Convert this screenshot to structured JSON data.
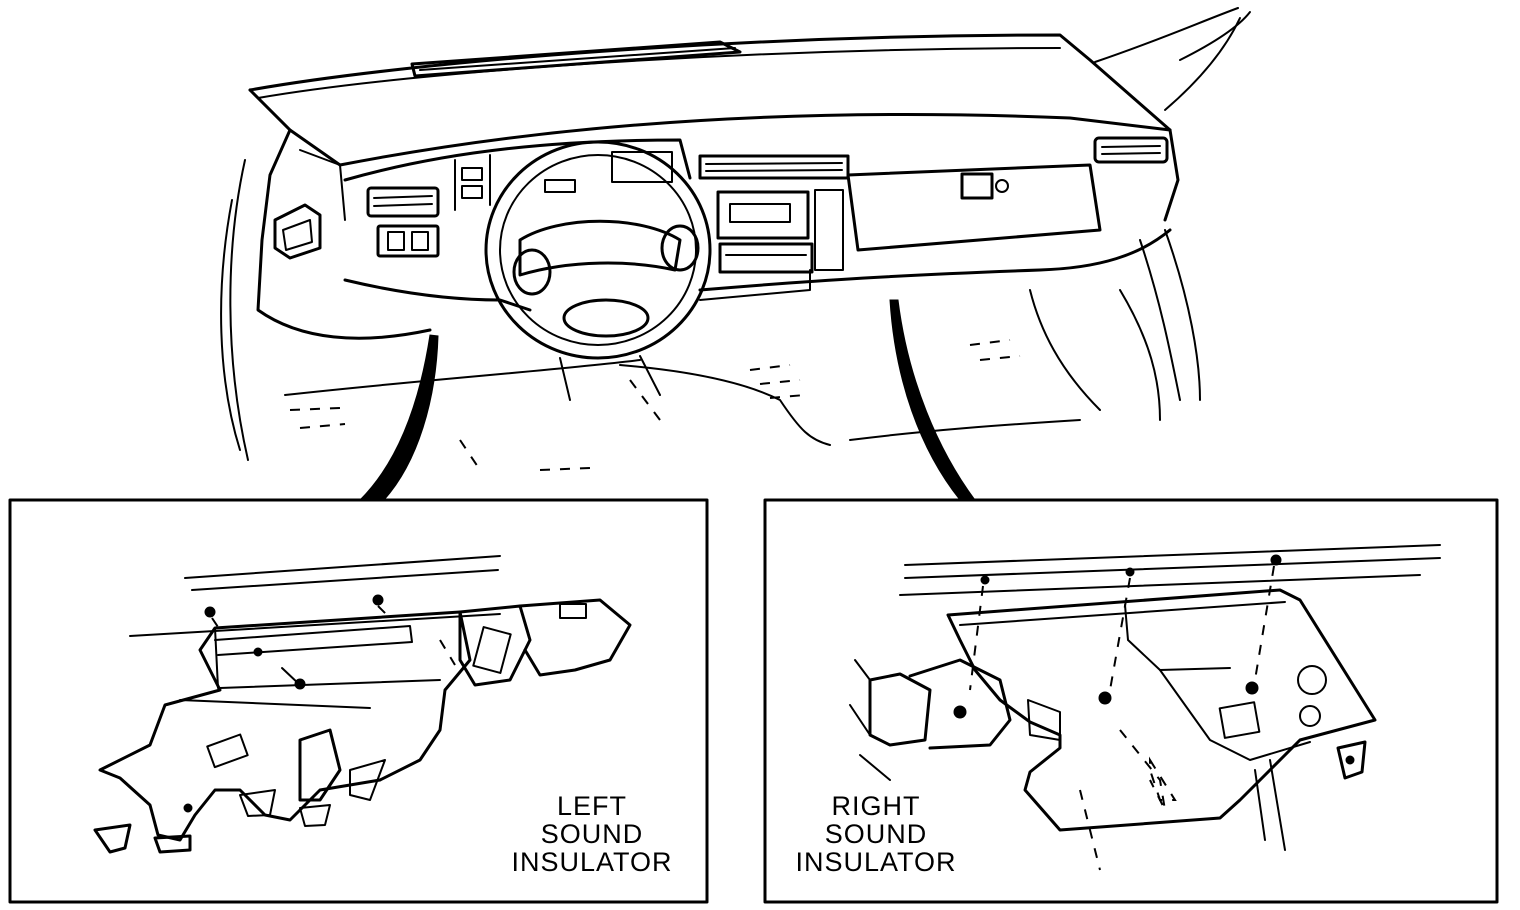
{
  "callouts": {
    "left": {
      "lines": [
        "LEFT",
        "SOUND",
        "INSULATOR"
      ]
    },
    "right": {
      "lines": [
        "RIGHT",
        "SOUND",
        "INSULATOR"
      ]
    }
  }
}
